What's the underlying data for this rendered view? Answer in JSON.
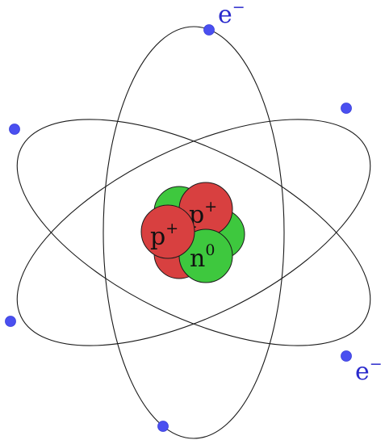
{
  "colors": {
    "orbit": "#1a1a1a",
    "electron": "#4a4ff0",
    "label": "#2a2acc",
    "proton": "#d84040",
    "neutron": "#3ec83e"
  },
  "labels": {
    "electron_base": "e",
    "electron_charge": "−",
    "proton_base": "p",
    "proton_charge": "+",
    "neutron_base": "n",
    "neutron_charge": "0"
  }
}
